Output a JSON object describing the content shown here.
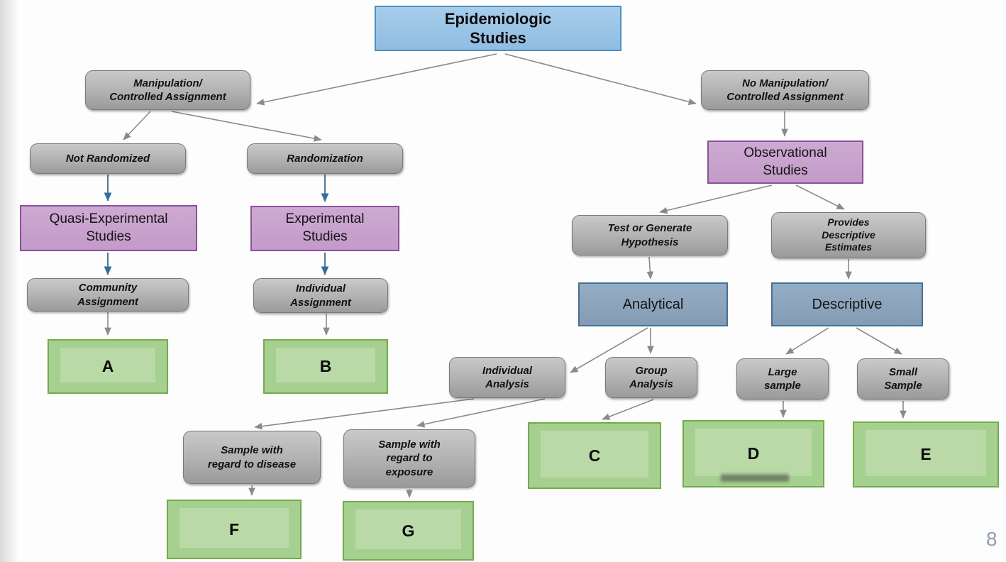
{
  "diagram_title": "Epidemiologic Studies",
  "page": {
    "number": "8"
  },
  "colors": {
    "root_fill": "#9dc3e6",
    "root_border": "#4a90c4",
    "category_fill": "#c7a2cc",
    "category_border": "#8e4f9e",
    "type_fill": "#8ca3ba",
    "type_border": "#41719c",
    "criteria_fill": "#b3b3b3",
    "criteria_border": "#7a7a7a",
    "answer_fill": "#a6d08f",
    "answer_border": "#71ad48",
    "arrow_gray": "#8a8a8a",
    "arrow_blue": "#2e6f9e",
    "page_number_color": "#8e9dac"
  },
  "nodes": {
    "epidemiologic": {
      "label": "Epidemiologic\nStudies"
    },
    "manipulation": {
      "label": "Manipulation/\nControlled Assignment"
    },
    "no_manipulation": {
      "label": "No Manipulation/\nControlled Assignment"
    },
    "not_randomized": {
      "label": "Not Randomized"
    },
    "randomization": {
      "label": "Randomization"
    },
    "quasi_experimental": {
      "label": "Quasi-Experimental\nStudies"
    },
    "experimental": {
      "label": "Experimental\nStudies"
    },
    "community_assignment": {
      "label": "Community\nAssignment"
    },
    "individual_assignment": {
      "label": "Individual\nAssignment"
    },
    "observational": {
      "label": "Observational\nStudies"
    },
    "test_hypothesis": {
      "label": "Test or Generate\nHypothesis"
    },
    "provides_estimates": {
      "label": "Provides\nDescriptive\nEstimates"
    },
    "analytical": {
      "label": "Analytical"
    },
    "descriptive": {
      "label": "Descriptive"
    },
    "individual_analysis": {
      "label": "Individual\nAnalysis"
    },
    "group_analysis": {
      "label": "Group\nAnalysis"
    },
    "large_sample": {
      "label": "Large\nsample"
    },
    "small_sample": {
      "label": "Small\nSample"
    },
    "sample_disease": {
      "label": "Sample with\nregard to disease"
    },
    "sample_exposure": {
      "label": "Sample with\nregard to\nexposure"
    },
    "answer_a": {
      "label": "A"
    },
    "answer_b": {
      "label": "B"
    },
    "answer_c": {
      "label": "C"
    },
    "answer_d": {
      "label": "D"
    },
    "answer_e": {
      "label": "E"
    },
    "answer_f": {
      "label": "F"
    },
    "answer_g": {
      "label": "G"
    }
  }
}
